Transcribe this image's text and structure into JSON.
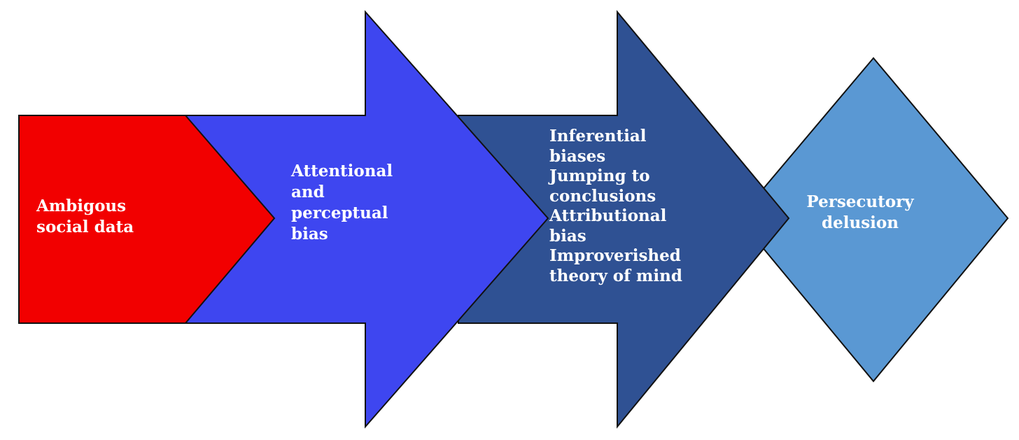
{
  "colors": {
    "stage1": "#f20000",
    "stage2": "#3e46f0",
    "stage3": "#2f5193",
    "stage4": "#5a98d3",
    "outline": "#111111",
    "text": "#ffffff"
  },
  "stages": [
    {
      "shape": "chevron",
      "lines": [
        "Ambigous",
        "social data"
      ]
    },
    {
      "shape": "arrow",
      "lines": [
        "Attentional",
        "and",
        "perceptual",
        "bias"
      ]
    },
    {
      "shape": "arrow",
      "lines": [
        "Inferential",
        "biases",
        "Jumping to",
        "conclusions",
        "Attributional",
        "bias",
        "Improverished",
        "theory of mind"
      ]
    },
    {
      "shape": "diamond",
      "lines": [
        "Persecutory",
        "delusion"
      ]
    }
  ]
}
